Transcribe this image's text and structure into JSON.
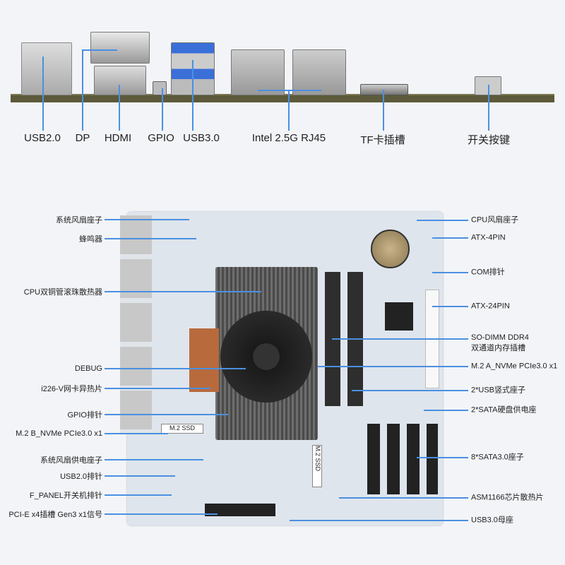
{
  "io_labels": [
    "USB2.0",
    "DP",
    "HDMI",
    "GPIO",
    "USB3.0",
    "Intel 2.5G RJ45",
    "TF卡插槽",
    "开关按键"
  ],
  "left_labels": [
    "系统风扇座子",
    "蜂鸣器",
    "CPU双铜管滚珠散热器",
    "DEBUG",
    "i226-V网卡异热片",
    "GPIO排针",
    "M.2 B_NVMe PCIe3.0 x1",
    "系统风扇供电座子",
    "USB2.0排针",
    "F_PANEL开关机排针",
    "PCI-E x4插槽 Gen3 x1信号"
  ],
  "right_labels": [
    "CPU风扇座子",
    "ATX-4PIN",
    "COM排针",
    "ATX-24PIN",
    "SO-DIMM DDR4",
    "双通道内存插槽",
    "M.2 A_NVMe PCIe3.0 x1",
    "2*USB竖式座子",
    "2*SATA硬盘供电座",
    "8*SATA3.0座子",
    "ASM1166芯片散热片",
    "USB3.0母座"
  ],
  "board_marks": {
    "m2_b": "M.2 SSD",
    "m2_a": "M.2 SSD"
  },
  "accent_color": "#4a90e2"
}
